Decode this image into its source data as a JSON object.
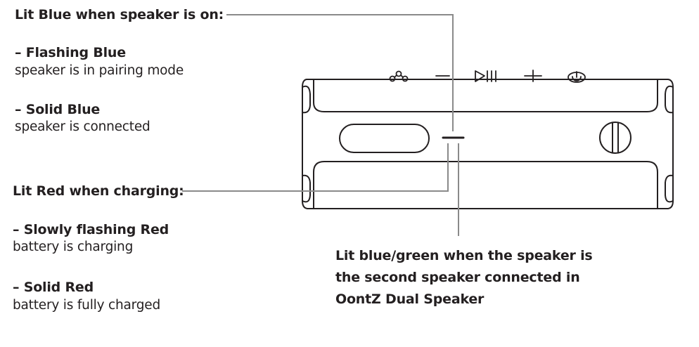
{
  "blue_section": {
    "heading": "Lit Blue when speaker is on:",
    "items": [
      {
        "title": "– Flashing Blue",
        "description": "speaker is in pairing mode"
      },
      {
        "title": "– Solid Blue",
        "description": "speaker is connected"
      }
    ]
  },
  "red_section": {
    "heading": "Lit Red when charging:",
    "items": [
      {
        "title": "– Slowly flashing Red",
        "description": "battery is charging"
      },
      {
        "title": "– Solid Red",
        "description": "battery is fully charged"
      }
    ]
  },
  "dual_section": {
    "lines": [
      "Lit blue/green when the speaker is",
      "the second speaker connected in",
      "OontZ Dual Speaker"
    ]
  },
  "colors": {
    "text": "#231f20",
    "leader_line": "#8a8a8a",
    "outline": "#231f20"
  }
}
